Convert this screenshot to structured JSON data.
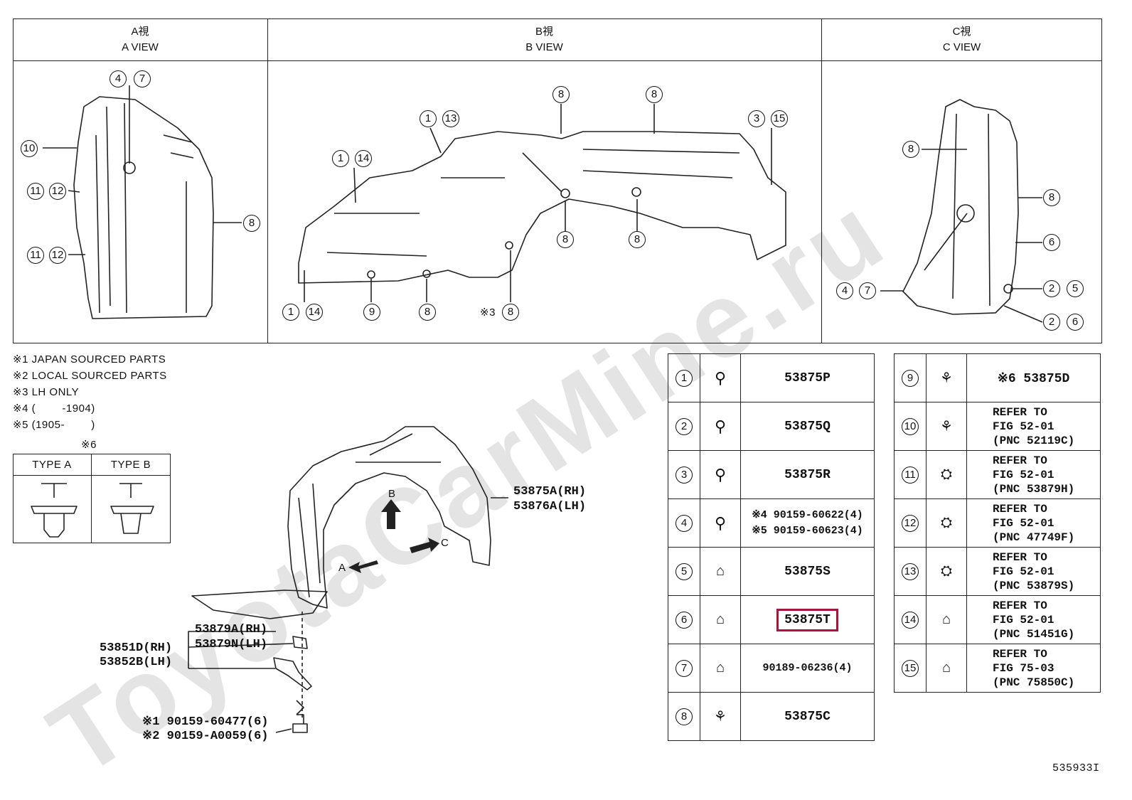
{
  "watermark": "ToyotaCarMine.ru",
  "views": [
    {
      "jp": "A視",
      "en": "A VIEW"
    },
    {
      "jp": "B視",
      "en": "B VIEW"
    },
    {
      "jp": "C視",
      "en": "C VIEW"
    }
  ],
  "view_a_callouts": [
    "4",
    "7",
    "10",
    "11",
    "12",
    "11",
    "12",
    "8"
  ],
  "view_b_callouts": [
    "8",
    "8",
    "1",
    "13",
    "3",
    "15",
    "1",
    "14",
    "8",
    "8",
    "1",
    "14",
    "9",
    "8",
    "8"
  ],
  "view_b_note_prefix": "※3",
  "view_c_callouts": [
    "8",
    "8",
    "6",
    "4",
    "7",
    "2",
    "5",
    "2",
    "6"
  ],
  "notes": [
    "※1 JAPAN SOURCED PARTS",
    "※2 LOCAL SOURCED PARTS",
    "※3 LH ONLY",
    "※4 (        -1904)",
    "※5 (1905-        )"
  ],
  "type_table": {
    "mark": "※6",
    "type_a": "TYPE A",
    "type_b": "TYPE B"
  },
  "main_labels": {
    "liner_rh": "53875A(RH)",
    "liner_lh": "53876A(LH)",
    "bracket_rh": "53879A(RH)",
    "bracket_lh": "53879N(LH)",
    "seal_rh": "53851D(RH)",
    "seal_lh": "53852B(LH)",
    "bolt_1": "※1 90159-60477(6)",
    "bolt_2": "※2 90159-A0059(6)",
    "arrow_a": "A",
    "arrow_b": "B",
    "arrow_c": "C"
  },
  "parts_left": [
    {
      "num": "1",
      "text": "53875P"
    },
    {
      "num": "2",
      "text": "53875Q"
    },
    {
      "num": "3",
      "text": "53875R"
    },
    {
      "num": "4",
      "text": "※4 90159-60622(4)",
      "text2": "※5 90159-60623(4)"
    },
    {
      "num": "5",
      "text": "53875S"
    },
    {
      "num": "6",
      "text": "53875T"
    },
    {
      "num": "7",
      "text": "90189-06236(4)"
    },
    {
      "num": "8",
      "text": "53875C"
    }
  ],
  "parts_right": [
    {
      "num": "9",
      "text": "※6 53875D"
    },
    {
      "num": "10",
      "lines": [
        "REFER TO",
        "FIG 52-01",
        "(PNC 52119C)"
      ]
    },
    {
      "num": "11",
      "lines": [
        "REFER TO",
        "FIG 52-01",
        "(PNC 53879H)"
      ]
    },
    {
      "num": "12",
      "lines": [
        "REFER TO",
        "FIG 52-01",
        "(PNC 47749F)"
      ]
    },
    {
      "num": "13",
      "lines": [
        "REFER TO",
        "FIG 52-01",
        "(PNC 53879S)"
      ]
    },
    {
      "num": "14",
      "lines": [
        "REFER TO",
        "FIG 52-01",
        "(PNC 51451G)"
      ]
    },
    {
      "num": "15",
      "lines": [
        "REFER TO",
        "FIG 75-03",
        "(PNC 75850C)"
      ]
    }
  ],
  "diagram_id": "535933I"
}
